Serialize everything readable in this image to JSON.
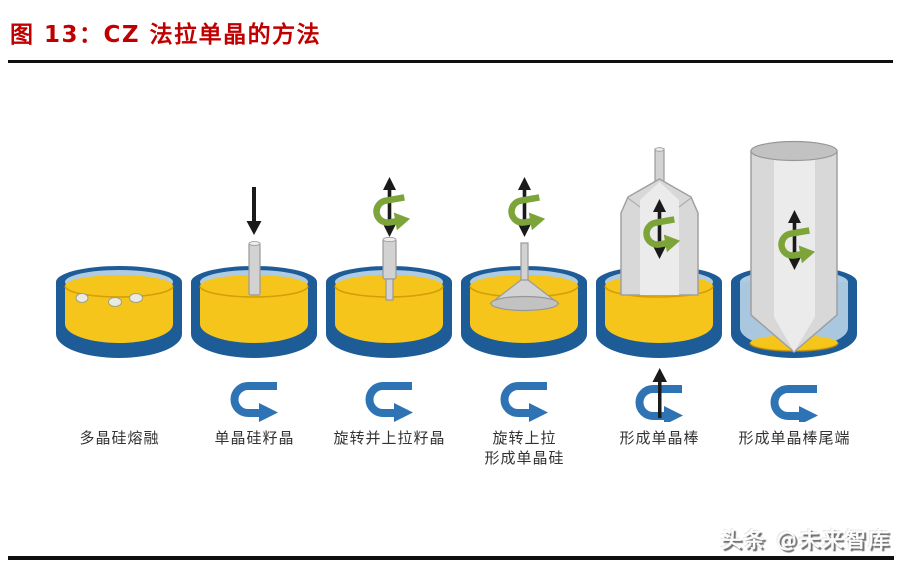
{
  "header": {
    "figure_label": "图 13：CZ 法拉单晶的方法"
  },
  "diagram": {
    "stages": [
      {
        "label": "多晶硅熔融"
      },
      {
        "label": "单晶硅籽晶"
      },
      {
        "label": "旋转并上拉籽晶"
      },
      {
        "label": "旋转上拉\n形成单晶硅"
      },
      {
        "label": "形成单晶棒"
      },
      {
        "label": "形成单晶棒尾端"
      }
    ]
  },
  "footer": {
    "watermark": "头条 @未来智库"
  },
  "colors": {
    "title_red": "#C00000",
    "rule_black": "#0F0F0F",
    "label_text": "#333333",
    "crucible_blue": "#1D5C97",
    "crucible_rim": "#AECBE2",
    "crucible_interior": "#A9C8E0",
    "melt_yellow": "#F6C51B",
    "melt_edge": "#C98F00",
    "crystal_gray": "#D8D8D8",
    "crystal_highlight": "#EBEBEB",
    "crystal_dark": "#C2C2C2",
    "rotation_green": "#7CA439",
    "rotation_blue": "#2E74B5",
    "arrow_black": "#1A1A1A"
  }
}
